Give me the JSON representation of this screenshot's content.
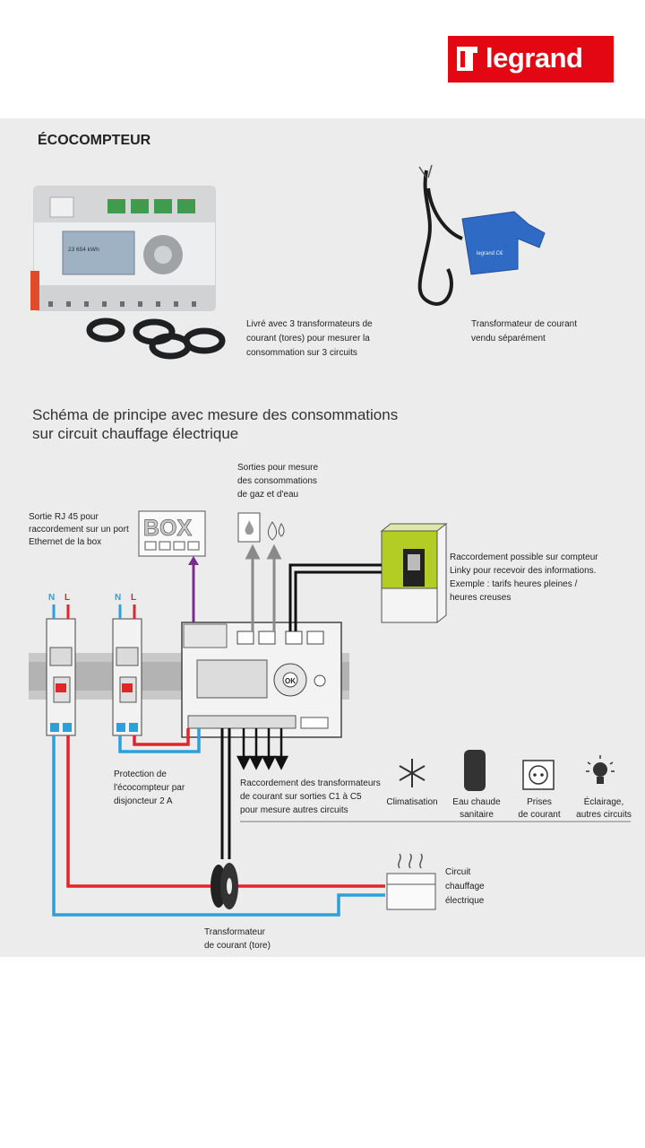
{
  "brand": {
    "name": "legrand",
    "color": "#e30613"
  },
  "product": {
    "title": "ÉCOCOMPTEUR",
    "caption_tores": "Livré avec 3 transformateurs de\ncourant (tores) pour mesurer la\nconsommation sur 3 circuits",
    "caption_sensor": "Transformateur de courant\nvendu séparément",
    "device_screen": "23 654 kWh",
    "sensor_label": "legrand C€"
  },
  "schema": {
    "heading": "Schéma de principe avec mesure des consommations\nsur circuit chauffage électrique",
    "gas_water": "Sorties pour mesure\ndes consommations\nde gaz et d'eau",
    "rj45": "Sortie RJ 45 pour\nraccordement sur un port\nEthernet de la box",
    "box_label": "BOX",
    "linky": "Raccordement possible sur compteur\nLinky pour recevoir des informations.\nExemple : tarifs heures pleines /\nheures creuses",
    "breaker_n": "N",
    "breaker_l": "L",
    "protection": "Protection de\nl'écocompteur par\ndisjoncteur 2 A",
    "tores_outputs": "Raccordement des transformateurs\nde courant sur sorties C1 à C5\npour mesure autres circuits",
    "tore_label": "Transformateur\nde courant (tore)",
    "heating": "Circuit\nchauffage\nélectrique",
    "device_ok": "OK",
    "circuits": [
      {
        "label": "Climatisation",
        "icon": "snowflake-icon"
      },
      {
        "label": "Eau chaude\nsanitaire",
        "icon": "water-heater-icon"
      },
      {
        "label": "Prises\nde courant",
        "icon": "socket-icon"
      },
      {
        "label": "Éclairage,\nautres circuits",
        "icon": "bulb-icon"
      }
    ]
  },
  "colors": {
    "wire_red": "#e2252b",
    "wire_blue": "#2d9fd9",
    "rj45_wire": "#7b2d8e",
    "linky_green": "#b3cd25"
  }
}
